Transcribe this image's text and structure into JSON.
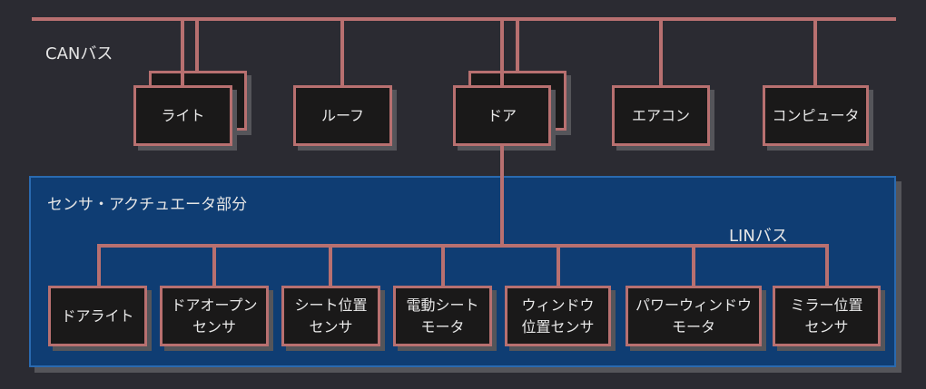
{
  "can_bus": {
    "label": "CANバス"
  },
  "lin_bus": {
    "label": "LINバス"
  },
  "sensor_section": {
    "title": "センサ・アクチュエータ部分"
  },
  "ecus": [
    {
      "label": "ライト",
      "stacked": true
    },
    {
      "label": "ルーフ",
      "stacked": false
    },
    {
      "label": "ドア",
      "stacked": true
    },
    {
      "label": "エアコン",
      "stacked": false
    },
    {
      "label": "コンピュータ",
      "stacked": false
    }
  ],
  "lin_nodes": [
    {
      "label": "ドアライト"
    },
    {
      "label": "ドアオープン\nセンサ"
    },
    {
      "label": "シート位置\nセンサ"
    },
    {
      "label": "電動シート\nモータ"
    },
    {
      "label": "ウィンドウ\n位置センサ"
    },
    {
      "label": "パワーウィンドウ\nモータ"
    },
    {
      "label": "ミラー位置\nセンサ"
    }
  ],
  "colors": {
    "bus": "#b87070",
    "background": "#2b2b32",
    "section": "#0f3d73",
    "box": "#1a1919"
  }
}
